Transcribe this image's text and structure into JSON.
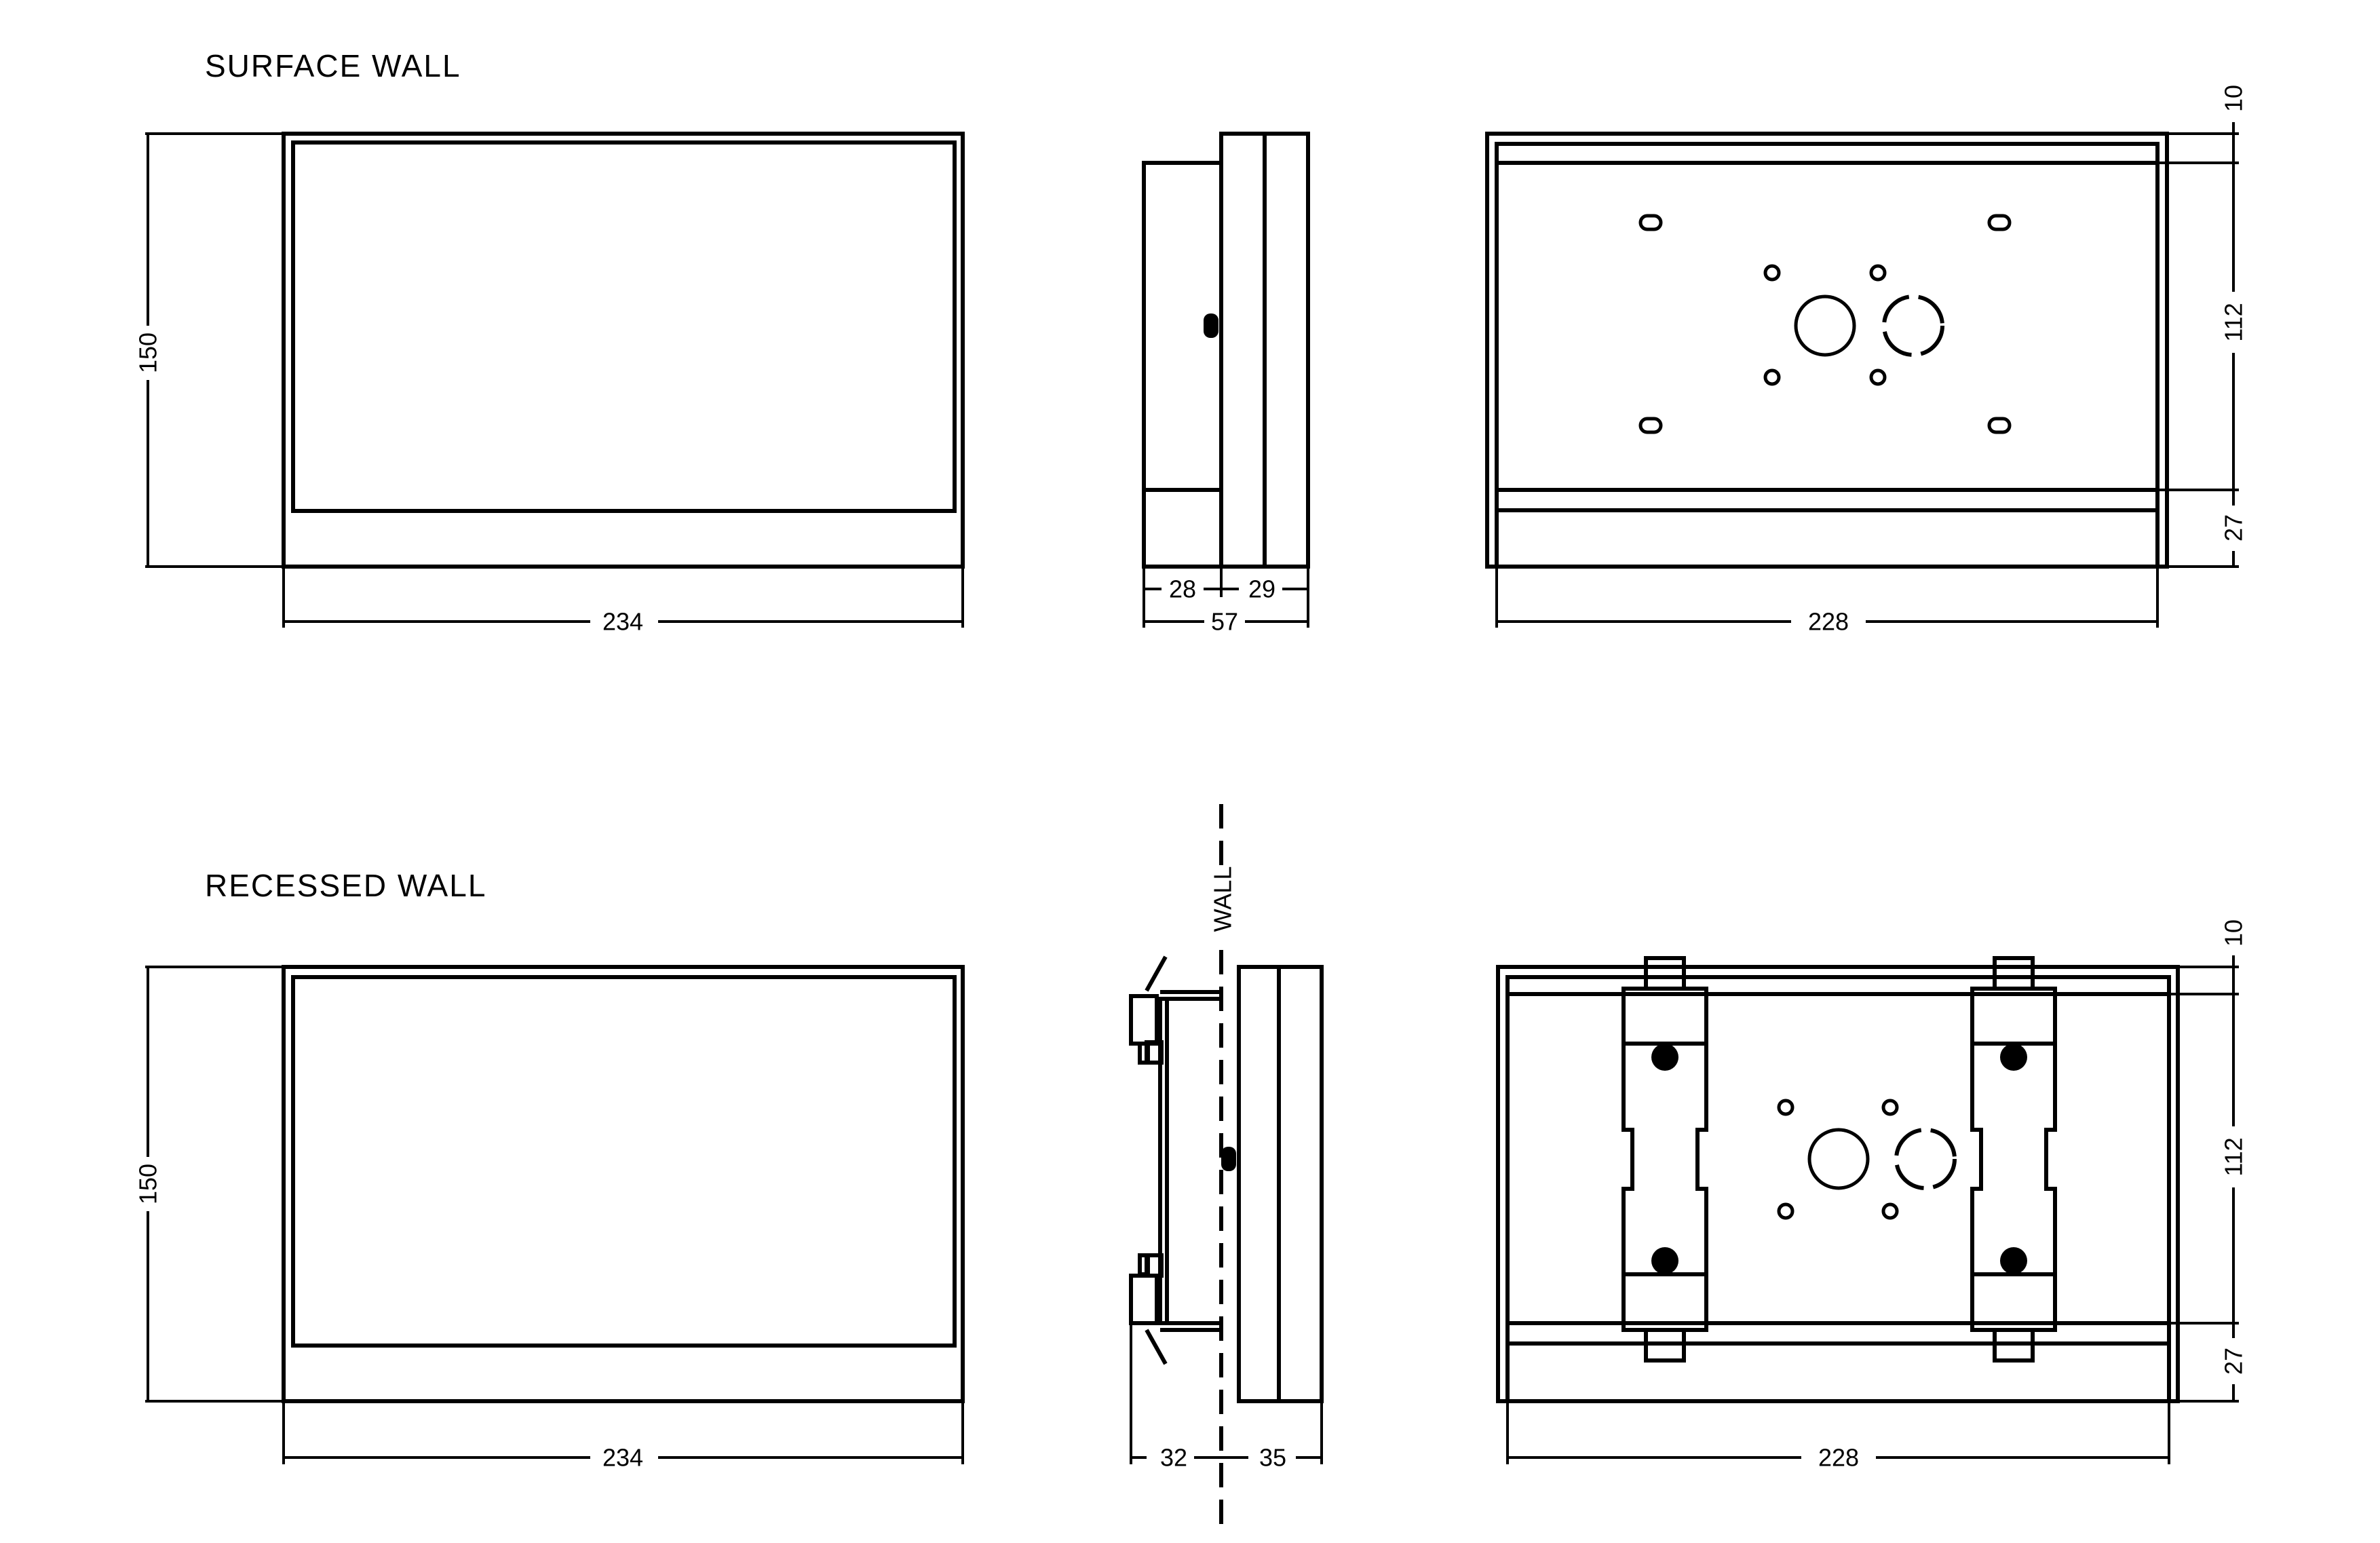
{
  "sections": {
    "surface": {
      "title": "SURFACE WALL",
      "front": {
        "height": "150",
        "width": "234"
      },
      "side": {
        "depth_a": "28",
        "depth_b": "29",
        "total": "57"
      },
      "back": {
        "width": "228",
        "top": "10",
        "middle": "112",
        "bottom": "27"
      }
    },
    "recessed": {
      "title": "RECESSED WALL",
      "wall_label": "WALL",
      "front": {
        "height": "150",
        "width": "234"
      },
      "side": {
        "depth_a": "32",
        "depth_b": "35"
      },
      "back": {
        "width": "228",
        "top": "10",
        "middle": "112",
        "bottom": "27"
      }
    }
  }
}
